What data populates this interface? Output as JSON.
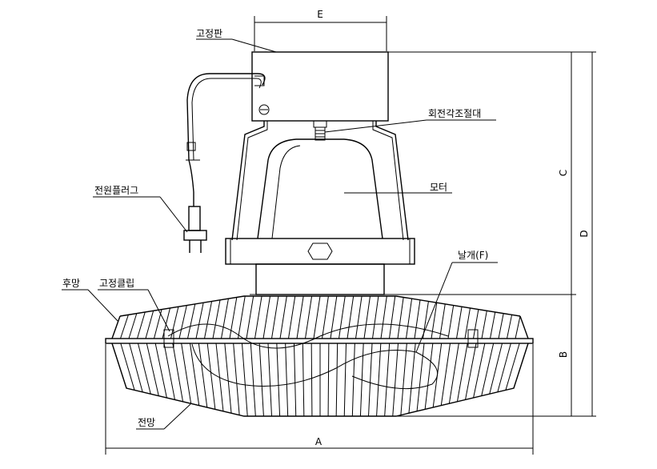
{
  "labels": {
    "fixing_plate": "고정판",
    "rotation_adjuster": "회전각조절대",
    "motor": "모터",
    "power_plug": "전원플러그",
    "blade": "날개(F)",
    "rear_guard": "후망",
    "fixing_clip": "고정클립",
    "front_guard": "전망"
  },
  "dimensions": {
    "A": "A",
    "B": "B",
    "C": "C",
    "D": "D",
    "E": "E"
  }
}
